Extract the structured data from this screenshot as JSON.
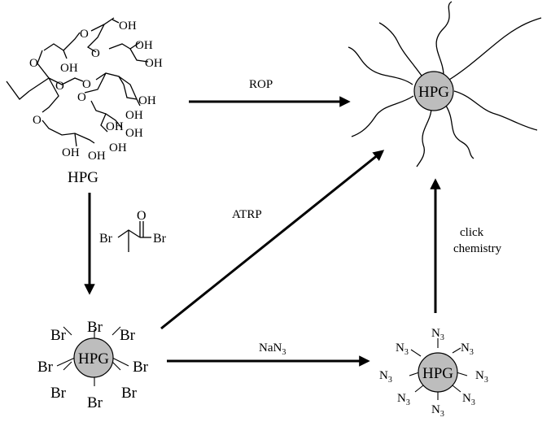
{
  "hpg_structure": {
    "label": "HPG",
    "oxygen": "O",
    "hydroxyl": "OH",
    "hydroxyl_groups": [
      "OH",
      "OH",
      "OH",
      "OH",
      "OH",
      "OH",
      "OH",
      "OH",
      "OH",
      "OH",
      "OH"
    ]
  },
  "reagent": {
    "carbonyl_o": "O",
    "br_left": "Br",
    "br_right": "Br"
  },
  "steps": {
    "rop": "ROP",
    "atrp": "ATRP",
    "click_line1": "click",
    "click_line2": "chemistry",
    "azide_reagent_main": "NaN",
    "azide_reagent_sub": "3"
  },
  "core_label": "HPG",
  "bromide_core": {
    "substituents": [
      "Br",
      "Br",
      "Br",
      "Br",
      "Br",
      "Br",
      "Br",
      "Br"
    ]
  },
  "azide_core": {
    "main": "N",
    "sub": "3",
    "count": 8
  }
}
